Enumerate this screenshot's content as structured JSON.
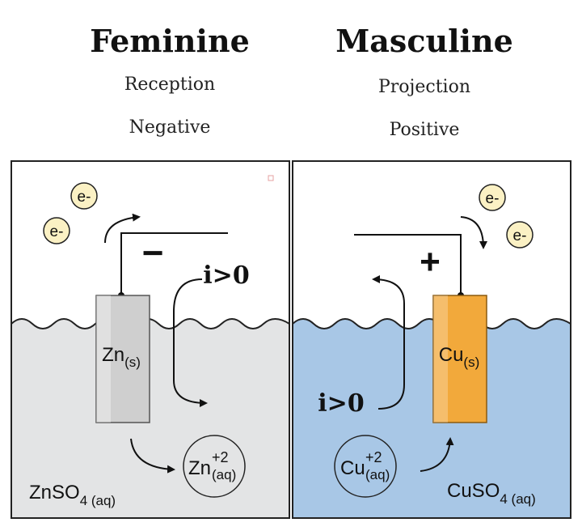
{
  "left": {
    "title": "Feminine",
    "subtitle1": "Reception",
    "subtitle2": "Negative",
    "sign": "−",
    "current": "i>0",
    "electrode": "Zn",
    "electrode_sub": "(s)",
    "ion": "Zn",
    "ion_charge": "+2",
    "ion_sub": "(aq)",
    "solution": "ZnSO",
    "solution_sub": "4 (aq)",
    "electron": "e-",
    "solution_color": "#e3e4e5",
    "electrode_color": "#cfcfcf"
  },
  "right": {
    "title": "Masculine",
    "subtitle1": "Projection",
    "subtitle2": "Positive",
    "sign": "+",
    "current": "i>0",
    "electrode": "Cu",
    "electrode_sub": "(s)",
    "ion": "Cu",
    "ion_charge": "+2",
    "ion_sub": "(aq)",
    "solution": "CuSO",
    "solution_sub": "4 (aq)",
    "electron": "e-",
    "solution_color": "#a8c7e6",
    "electrode_color": "#f2a93b"
  }
}
